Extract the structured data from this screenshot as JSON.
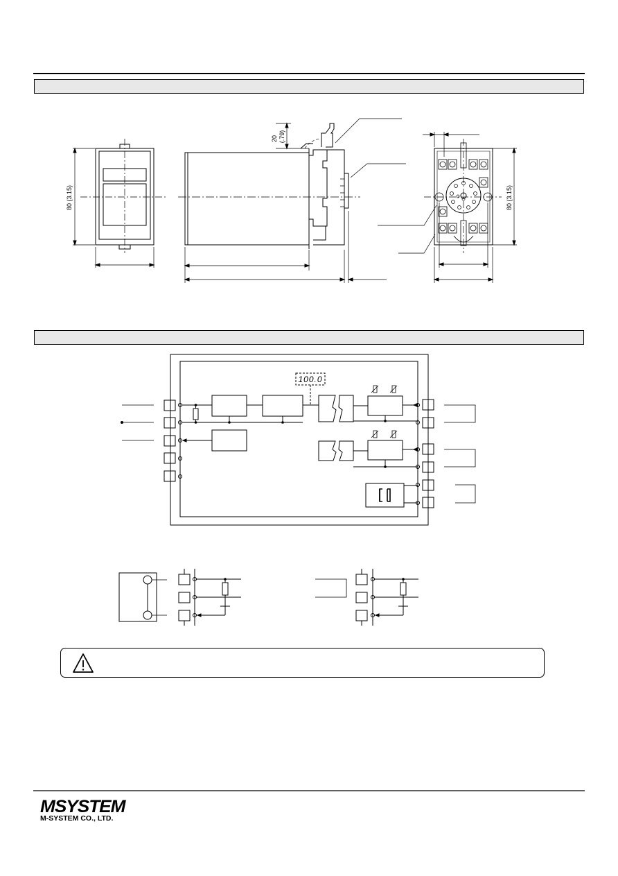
{
  "dimensions": {
    "front_height": "80 (3.15)",
    "socket_height": "80 (3.15)",
    "clip_clearance": "20",
    "clip_clearance_inch": "(.79)"
  },
  "block_diagram": {
    "display_value": "100.0"
  },
  "footer": {
    "brand": "MSYSTEM",
    "company": "M-SYSTEM CO., LTD."
  }
}
